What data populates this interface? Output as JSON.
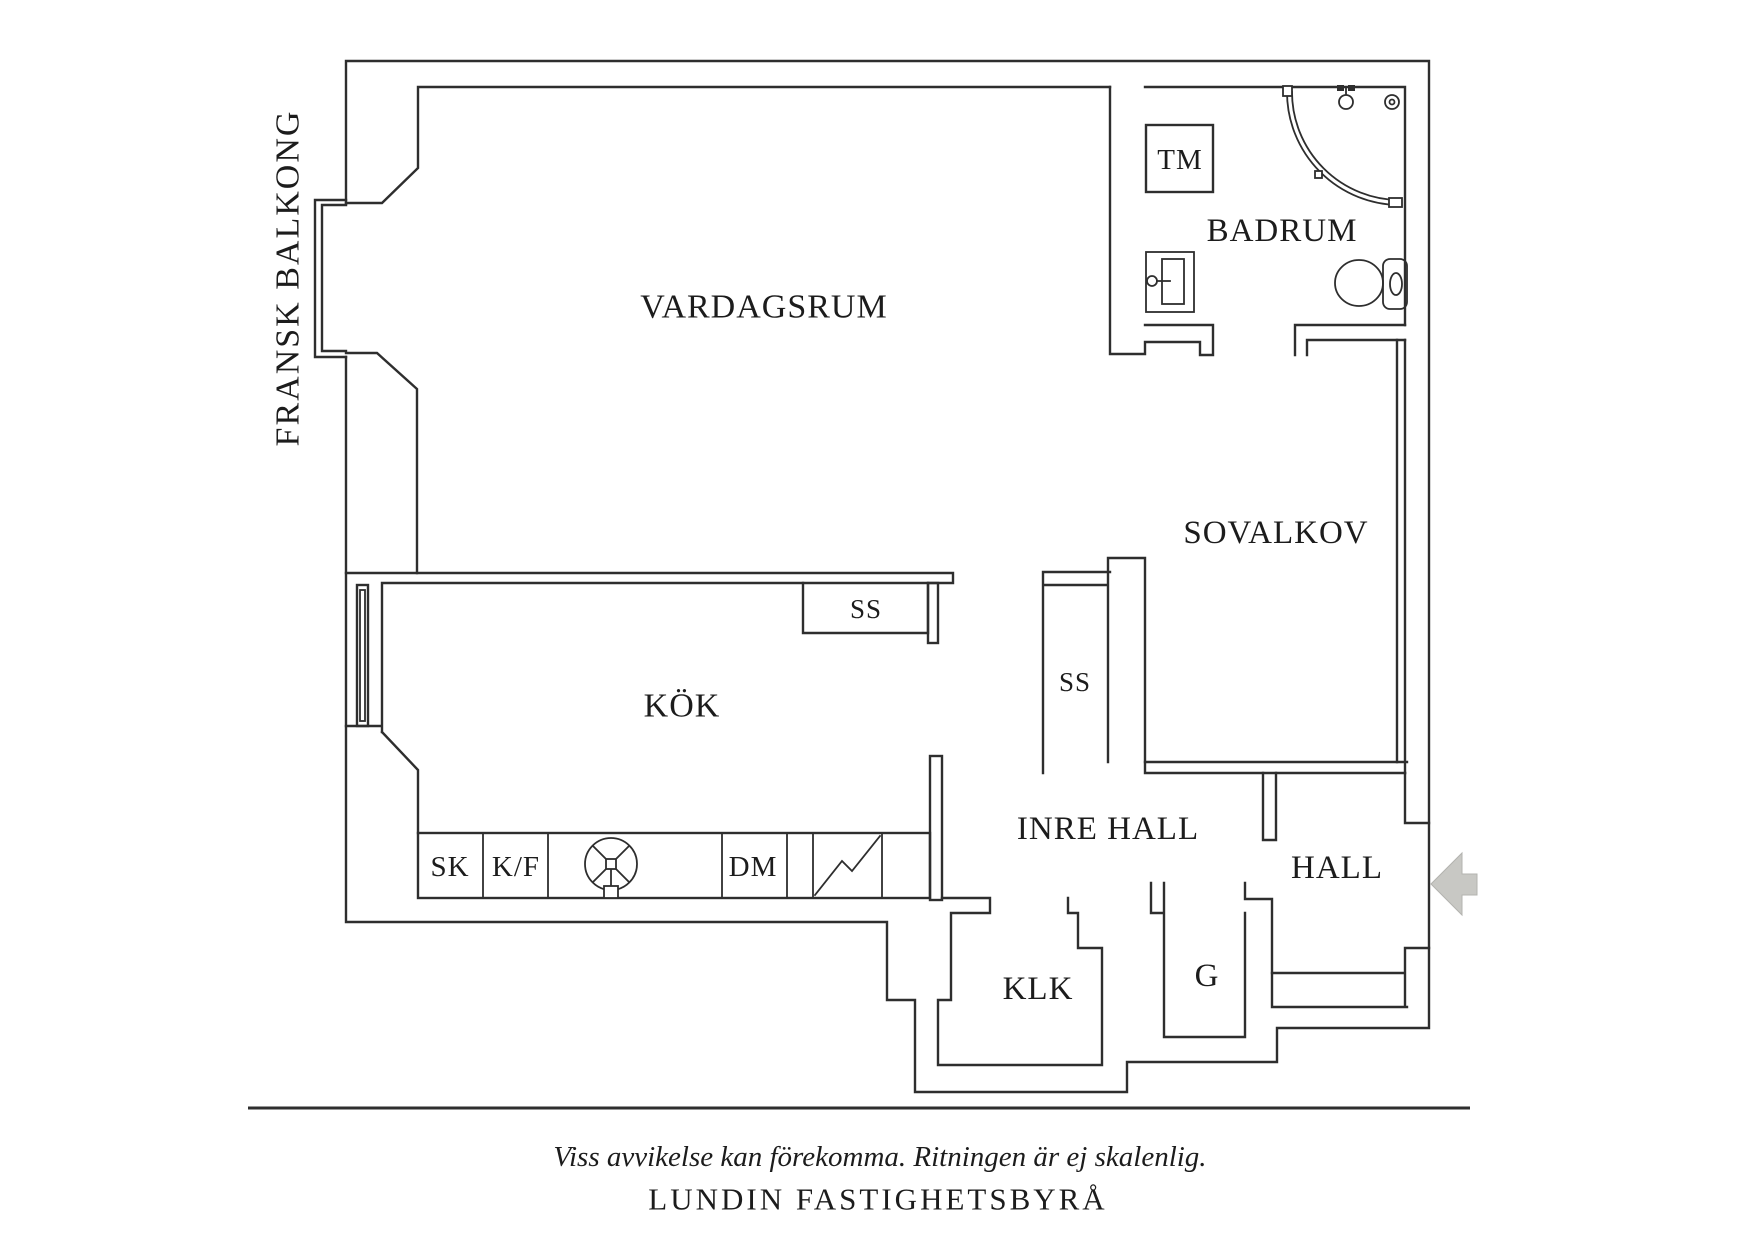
{
  "plan": {
    "rooms": {
      "vardagsrum": "VARDAGSRUM",
      "kok": "KÖK",
      "badrum": "BADRUM",
      "sovalkov": "SOVALKOV",
      "inre_hall": "INRE HALL",
      "hall": "HALL",
      "klk": "KLK",
      "g": "G"
    },
    "fixtures": {
      "tm": "TM",
      "ss_kitchen": "SS",
      "ss_sovalkov": "SS",
      "sk": "SK",
      "kf": "K/F",
      "dm": "DM"
    },
    "balcony_label": "FRANSK BALKONG",
    "entrance_arrow": "entrance-arrow"
  },
  "footer": {
    "disclaimer": "Viss avvikelse kan förekomma. Ritningen är ej skalenlig.",
    "brand": "LUNDIN FASTIGHETSBYRÅ"
  },
  "colors": {
    "line": "#2e2e2e",
    "text": "#1c1c1c",
    "arrow_fill": "#c8c8c4",
    "arrow_edge": "#b3b3af",
    "background": "#ffffff"
  }
}
